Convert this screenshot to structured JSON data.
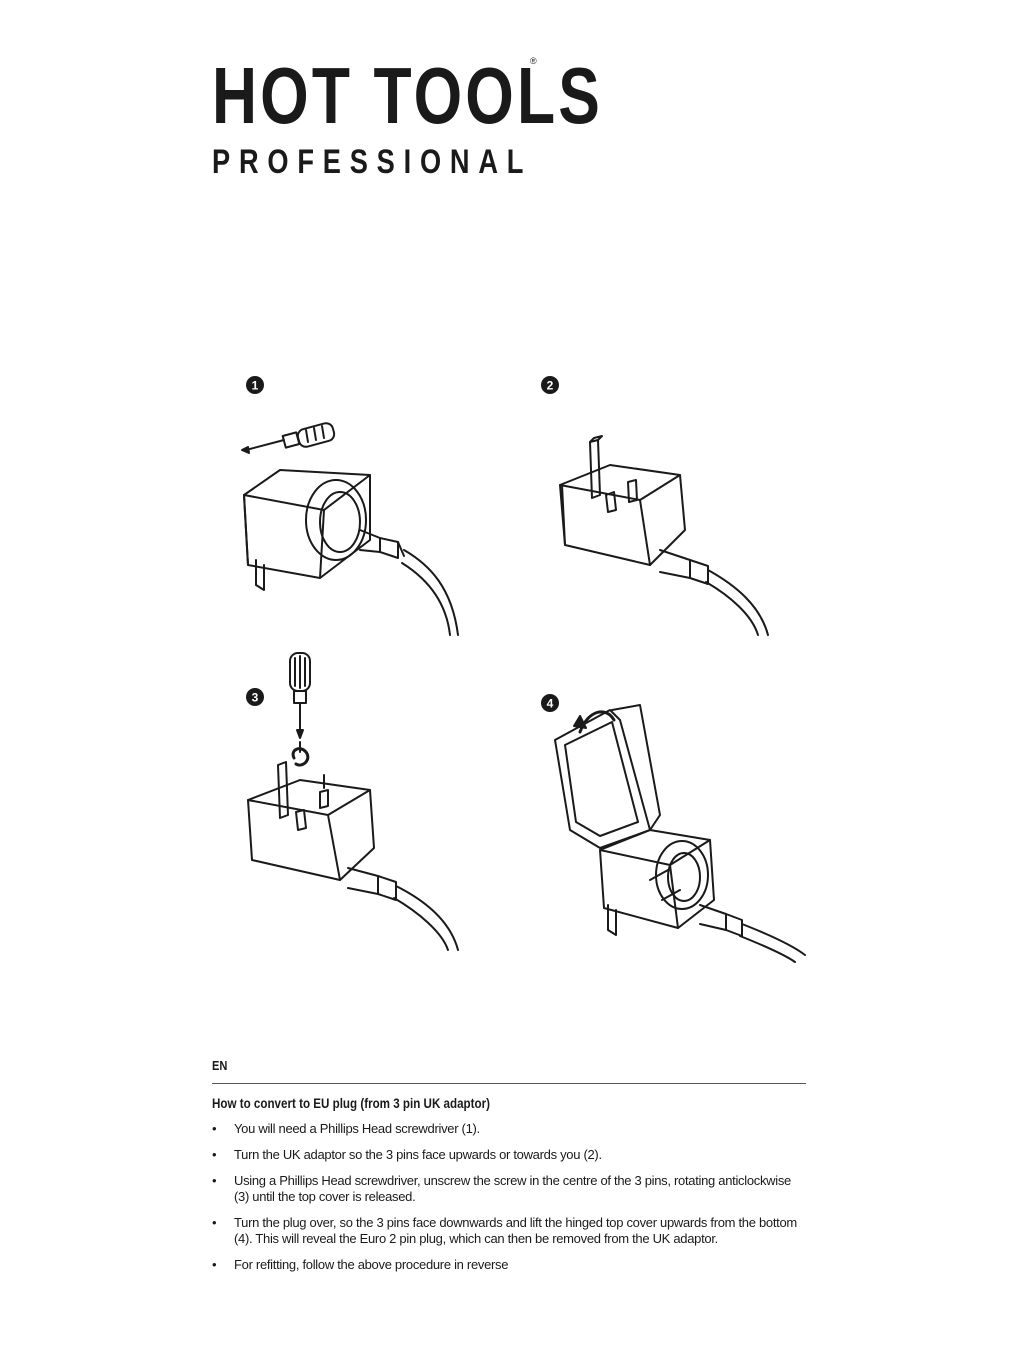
{
  "brand": {
    "name": "HOT TOOLS",
    "registered_mark": "®",
    "subtitle": "PROFESSIONAL"
  },
  "figures": [
    {
      "number": "1",
      "depicts": "screwdriver-and-adaptor"
    },
    {
      "number": "2",
      "depicts": "uk-plug-pins-up"
    },
    {
      "number": "3",
      "depicts": "unscrew-centre-screw"
    },
    {
      "number": "4",
      "depicts": "lift-hinged-cover"
    }
  ],
  "instructions": {
    "language": "EN",
    "heading": "How to convert to EU plug (from 3 pin UK adaptor)",
    "steps": [
      "You will need a Phillips Head screwdriver (1).",
      "Turn the UK adaptor so the 3 pins face upwards or towards you (2).",
      "Using a Phillips Head screwdriver, unscrew the screw in the centre of the 3 pins, rotating anticlockwise (3) until the top cover is released.",
      "Turn the plug over, so the 3 pins face downwards and lift the hinged top cover upwards from the bottom (4). This will reveal the Euro 2 pin plug, which can then be removed from the UK adaptor.",
      "For refitting, follow the above procedure in reverse"
    ]
  }
}
